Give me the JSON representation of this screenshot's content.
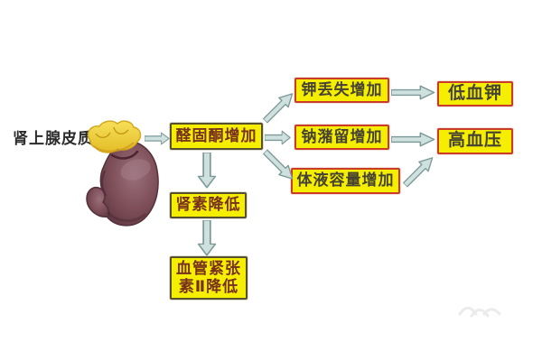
{
  "diagram": {
    "source": {
      "label": "肾上腺皮质"
    },
    "nodes": {
      "aldosterone": {
        "label": "醛固酮增加"
      },
      "k_loss": {
        "label": "钾丢失增加"
      },
      "hypokalemia": {
        "label": "低血钾"
      },
      "na_retention": {
        "label": "钠潴留增加"
      },
      "hypertension": {
        "label": "高血压"
      },
      "fluid_volume": {
        "label": "体液容量增加"
      },
      "renin": {
        "label": "肾素降低"
      },
      "angiotensin": {
        "label": "血管紧张素Ⅱ降低",
        "line1": "血管紧张",
        "line2": "素Ⅱ降低"
      }
    },
    "edges": [
      {
        "from": "肾上腺皮质",
        "to": "醛固酮增加"
      },
      {
        "from": "醛固酮增加",
        "to": "钾丢失增加"
      },
      {
        "from": "醛固酮增加",
        "to": "钠潴留增加"
      },
      {
        "from": "醛固酮增加",
        "to": "体液容量增加"
      },
      {
        "from": "醛固酮增加",
        "to": "肾素降低"
      },
      {
        "from": "钾丢失增加",
        "to": "低血钾"
      },
      {
        "from": "钠潴留增加",
        "to": "高血压"
      },
      {
        "from": "体液容量增加",
        "to": "高血压"
      },
      {
        "from": "肾素降低",
        "to": "血管紧张素Ⅱ降低"
      }
    ],
    "icons": {
      "kidney": "kidney-with-adrenal-gland-illustration",
      "watermark": "faint-watermark-squiggle"
    },
    "colors": {
      "background": "#ffffff",
      "node_fill": "#f6ee00",
      "node_border_red": "#c83c28",
      "node_border_dark": "#56512c",
      "node_text_olive": "#454233",
      "node_text_red_brown": "#76301d",
      "arrow_fill": "#cfe1df",
      "arrow_stroke": "#7d9a98",
      "label_text": "#2b2b2b",
      "kidney_body": "#7d4e58",
      "adrenal_gland": "#f0d435"
    }
  }
}
